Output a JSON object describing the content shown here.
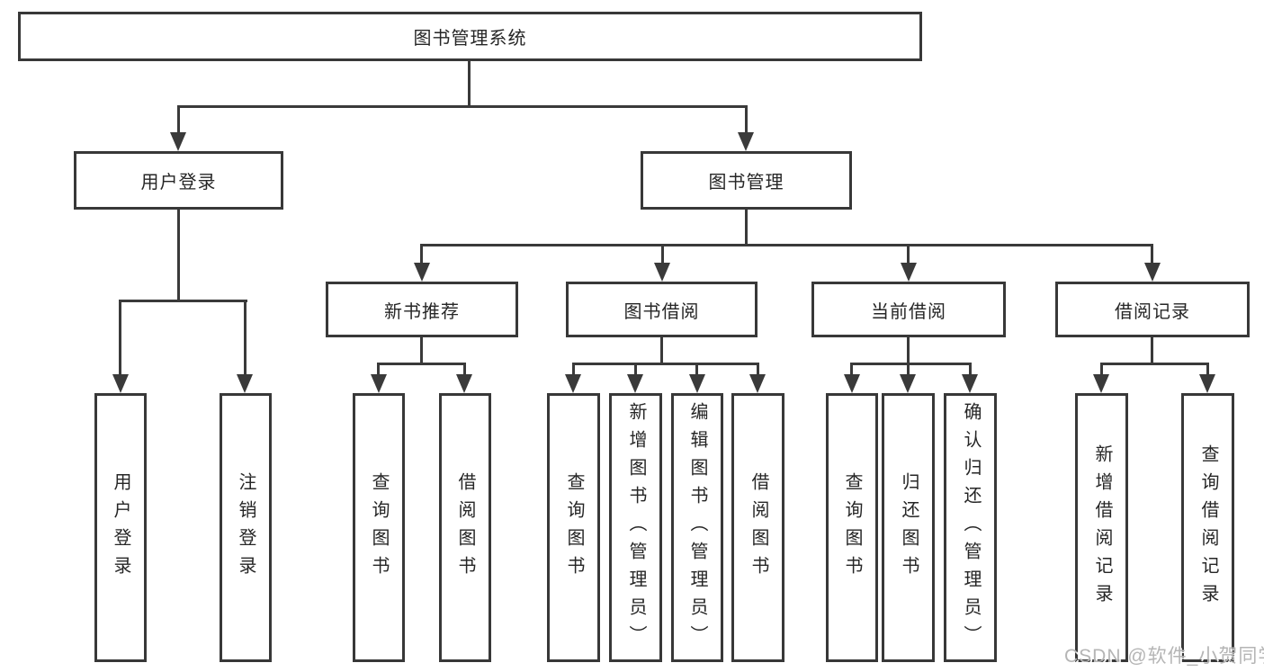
{
  "diagram": {
    "root": {
      "label": "图书管理系统"
    },
    "branches": [
      {
        "label": "用户登录",
        "leaves": [
          {
            "label": "用户登录"
          },
          {
            "label": "注销登录"
          }
        ]
      },
      {
        "label": "图书管理",
        "groups": [
          {
            "label": "新书推荐",
            "leaves": [
              {
                "label": "查询图书"
              },
              {
                "label": "借阅图书"
              }
            ]
          },
          {
            "label": "图书借阅",
            "leaves": [
              {
                "label": "查询图书"
              },
              {
                "label": "新增图书（管理员）"
              },
              {
                "label": "编辑图书（管理员）"
              },
              {
                "label": "借阅图书"
              }
            ]
          },
          {
            "label": "当前借阅",
            "leaves": [
              {
                "label": "查询图书"
              },
              {
                "label": "归还图书"
              },
              {
                "label": "确认归还（管理员）"
              }
            ]
          },
          {
            "label": "借阅记录",
            "leaves": [
              {
                "label": "新增借阅记录"
              },
              {
                "label": "查询借阅记录"
              }
            ]
          }
        ]
      }
    ]
  },
  "watermark": {
    "text": "CSDN @软件_小贺同学"
  },
  "colors": {
    "line": "#3a3a3a",
    "box_border": "#383838",
    "text": "#262626",
    "background": "#ffffff",
    "watermark": "#b5b5b5"
  }
}
